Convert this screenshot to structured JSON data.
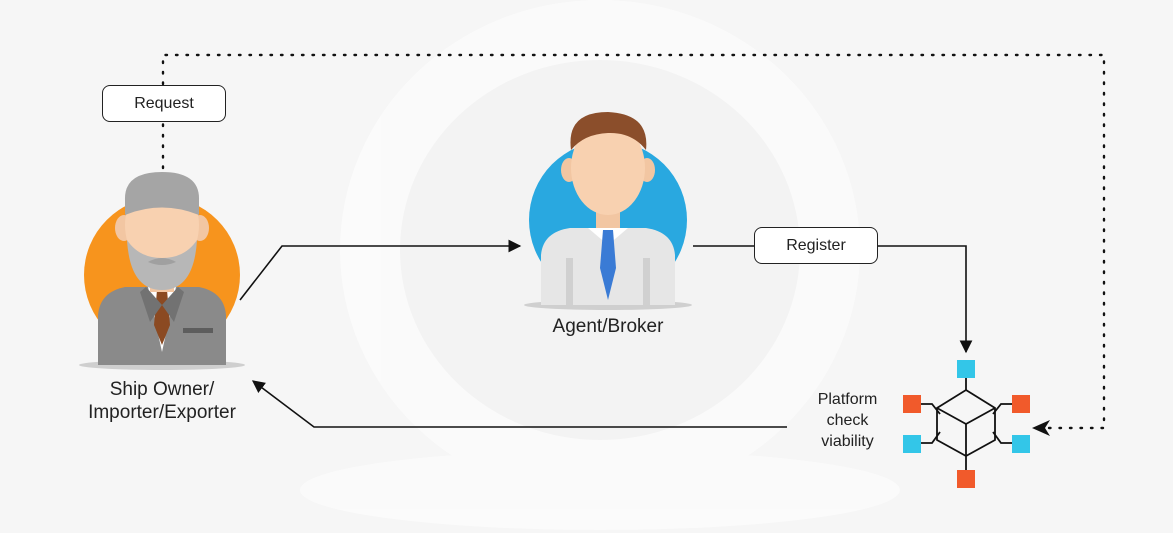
{
  "diagram": {
    "request_label": "Request",
    "register_label": "Register",
    "agent_label": "Agent/Broker",
    "owner_label_line1": "Ship Owner/",
    "owner_label_line2": "Importer/Exporter",
    "platform_label_line1": "Platform",
    "platform_label_line2": "check",
    "platform_label_line3": "viability"
  },
  "colors": {
    "owner_circle": "#f7941d",
    "agent_circle": "#29a8e0",
    "node_orange": "#f15a2b",
    "node_cyan": "#33c6e8",
    "line": "#111111"
  }
}
